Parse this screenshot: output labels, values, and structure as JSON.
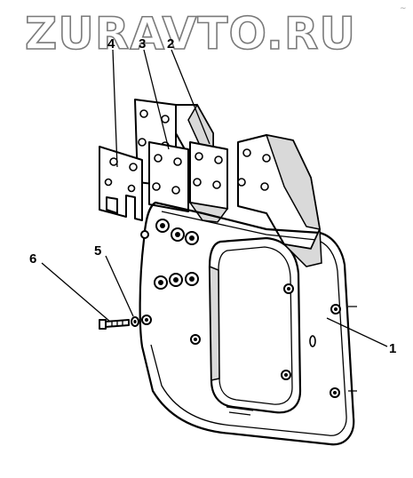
{
  "watermark": {
    "text": "ZURAVTO.RU",
    "mark": "~"
  },
  "callouts": [
    {
      "id": "4",
      "label": "4"
    },
    {
      "id": "3",
      "label": "3"
    },
    {
      "id": "2",
      "label": "2"
    },
    {
      "id": "6",
      "label": "6"
    },
    {
      "id": "5",
      "label": "5"
    },
    {
      "id": "1",
      "label": "1"
    }
  ],
  "colors": {
    "line": "#000000",
    "watermark_outline": "#7a7a7a",
    "shading": "#d9d9d9"
  }
}
